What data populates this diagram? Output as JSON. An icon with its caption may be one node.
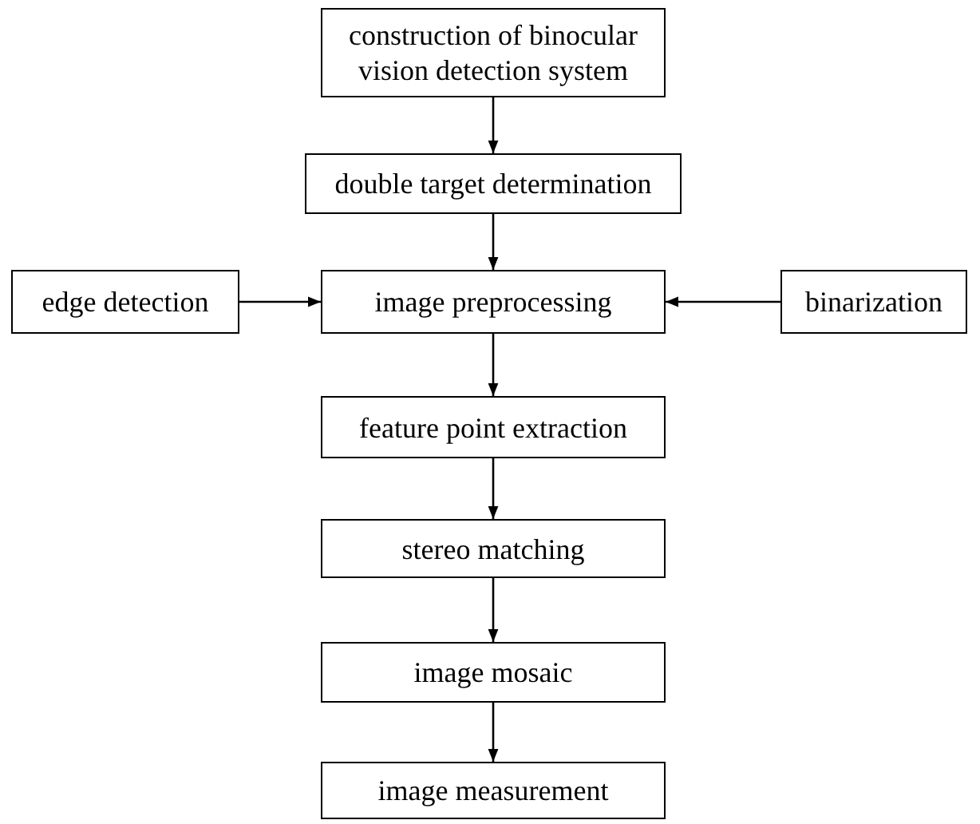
{
  "diagram": {
    "nodes": [
      {
        "text": [
          "construction of binocular vision detection system"
        ]
      },
      {
        "text": [
          "double target determination"
        ]
      },
      {
        "text": [
          "image preprocessing"
        ]
      },
      {
        "text": [
          "edge detection"
        ]
      },
      {
        "text": [
          "binarization"
        ]
      },
      {
        "text": [
          "feature point extraction"
        ]
      },
      {
        "text": [
          "stereo matching"
        ]
      },
      {
        "text": [
          "image mosaic"
        ]
      },
      {
        "text": [
          "image measurement"
        ]
      }
    ],
    "edges": [
      {
        "from": 0,
        "to": 1,
        "arrow": "to"
      },
      {
        "from": 1,
        "to": 2,
        "arrow": "to"
      },
      {
        "from": 3,
        "to": 2,
        "arrow": "to"
      },
      {
        "from": 4,
        "to": 2,
        "arrow": "to"
      },
      {
        "from": 2,
        "to": 5,
        "arrow": "to"
      },
      {
        "from": 5,
        "to": 6,
        "arrow": "to"
      },
      {
        "from": 6,
        "to": 7,
        "arrow": "to"
      },
      {
        "from": 7,
        "to": 8,
        "arrow": "to"
      }
    ]
  }
}
